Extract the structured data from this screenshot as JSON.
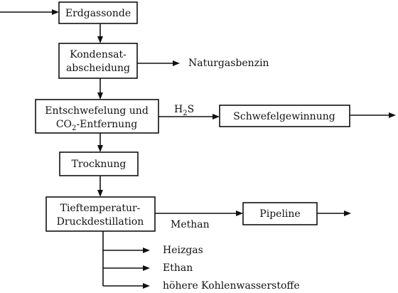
{
  "diagram": {
    "boxes": {
      "erdgassonde": "Erdgassonde",
      "kondensat_line1": "Kondensat-",
      "kondensat_line2": "abscheidung",
      "entschwefelung_line1": "Entschwefelung und",
      "entschwefelung_line2_prefix": "CO",
      "entschwefelung_line2_sub": "2",
      "entschwefelung_line2_suffix": "-Entfernung",
      "schwefelgewinnung": "Schwefelgewinnung",
      "trocknung": "Trocknung",
      "tieftemperatur_line1": "Tieftemperatur-",
      "tieftemperatur_line2": "Druckdestillation",
      "pipeline": "Pipeline"
    },
    "labels": {
      "naturgasbenzin": "Naturgasbenzin",
      "h2s_prefix": "H",
      "h2s_sub": "2",
      "h2s_suffix": "S",
      "methan": "Methan",
      "heizgas": "Heizgas",
      "ethan": "Ethan",
      "hoehere_kohlenwasserstoffe": "höhere Kohlenwasserstoffe"
    }
  }
}
